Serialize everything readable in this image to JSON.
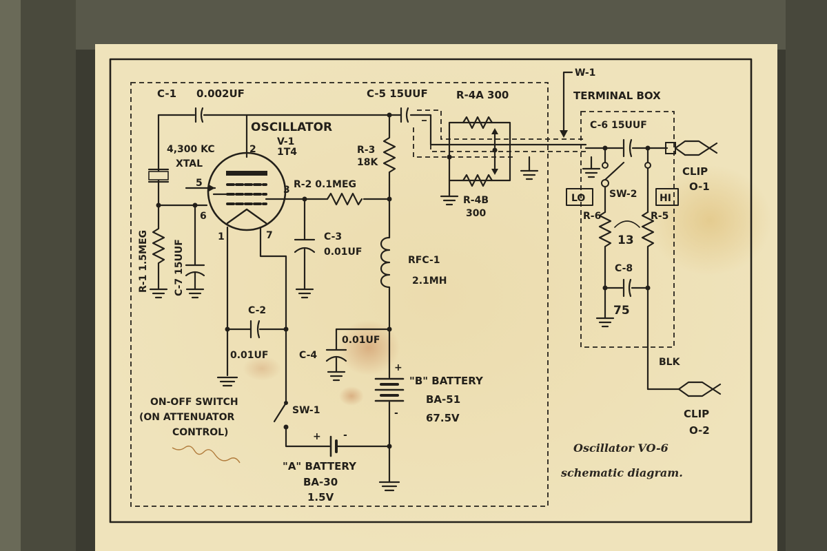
{
  "title": {
    "line1": "Oscillator VO-6",
    "line2": "schematic diagram."
  },
  "labels": {
    "c1": "C-1",
    "c1_value": "0.002UF",
    "oscillator": "OSCILLATOR",
    "tube_ref": "V-1",
    "tube_type": "1T4",
    "crystal_freq": "4,300 KC",
    "crystal": "XTAL",
    "pin2": "2",
    "pin3": "3",
    "pin5": "5",
    "pin6": "6",
    "pin1": "1",
    "pin7": "7",
    "r1": "R-1 1.5MEG",
    "c7": "C-7 15UUF",
    "r2": "R-2 0.1MEG",
    "r3": "R-3",
    "r3_value": "18K",
    "c3": "C-3",
    "c3_value": "0.01UF",
    "rfc1": "RFC-1",
    "rfc1_value": "2.1MH",
    "c2": "C-2",
    "c2_value": "0.01UF",
    "c4": "C-4",
    "c4_value": "0.01UF",
    "b_battery": "\"B\" BATTERY",
    "b_battery_model": "BA-51",
    "b_battery_voltage": "67.5V",
    "onoff_line1": "ON-OFF SWITCH",
    "onoff_line2": "(ON ATTENUATOR",
    "onoff_line3": "CONTROL)",
    "sw1": "SW-1",
    "a_battery": "\"A\" BATTERY",
    "a_battery_model": "BA-30",
    "a_battery_voltage": "1.5V",
    "plus": "+",
    "minus": "-",
    "c5": "C-5 15UUF",
    "r4a": "R-4A 300",
    "r4b": "R-4B",
    "r4b_value": "300",
    "w1": "W-1",
    "terminal_box": "TERMINAL BOX",
    "c6": "C-6 15UUF",
    "clip1": "CLIP",
    "clip1_id": "O-1",
    "lo": "LO",
    "hi": "HI",
    "sw2": "SW-2",
    "r6": "R-6",
    "r5": "R-5",
    "r_value_13": "13",
    "c8": "C-8",
    "c8_value": "75",
    "blk": "BLK",
    "clip2": "CLIP",
    "clip2_id": "O-2"
  },
  "colors": {
    "paper": "#efe3bb",
    "ink": "#23201a",
    "casing": "#3a3a30",
    "stain": "#c98a5a"
  }
}
